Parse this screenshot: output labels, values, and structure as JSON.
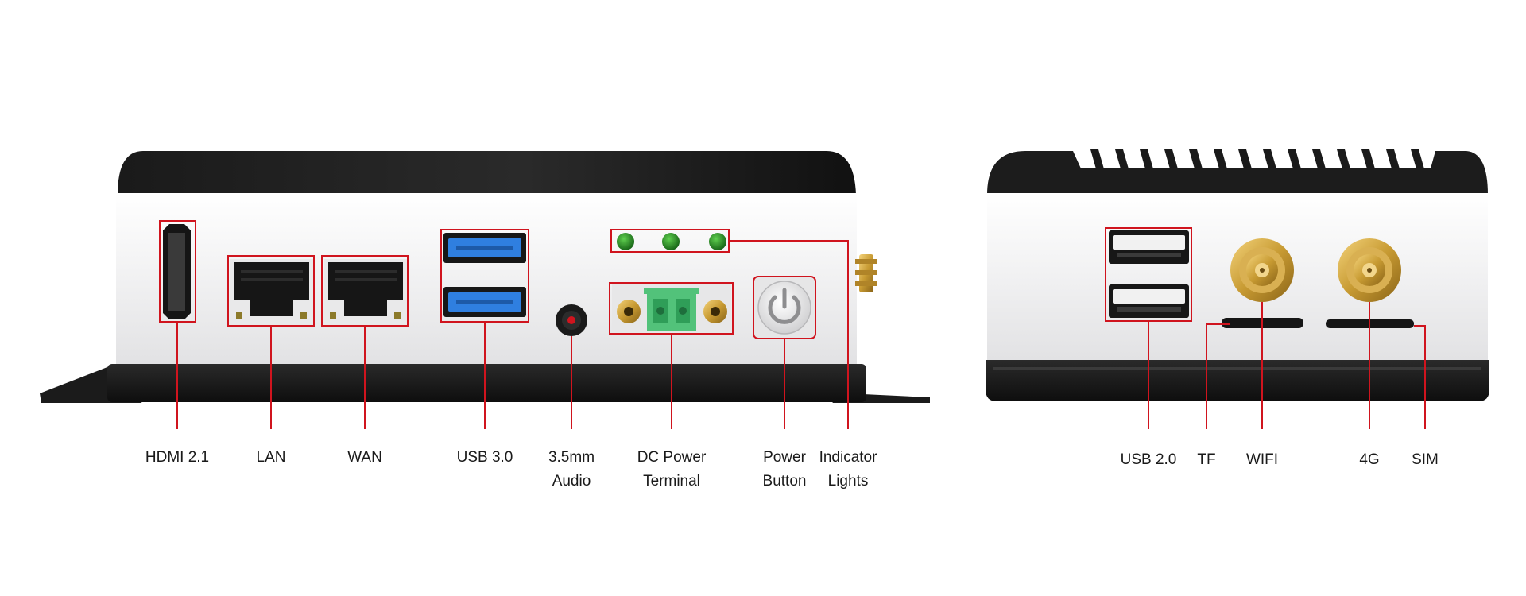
{
  "colors": {
    "callout": "#d0141e",
    "chassis_dark": "#1c1c1c",
    "faceplate": "#f2f2f3",
    "usb3_blue": "#2f7fe0",
    "terminal_green": "#52c27a",
    "led_green": "#1a7a1a",
    "gold": "#c79a32"
  },
  "front_panel": {
    "hdmi": {
      "label": "HDMI 2.1"
    },
    "lan": {
      "label": "LAN"
    },
    "wan": {
      "label": "WAN"
    },
    "usb3": {
      "label": "USB 3.0"
    },
    "audio": {
      "label_1": "3.5mm",
      "label_2": "Audio"
    },
    "dc_power": {
      "label_1": "DC Power",
      "label_2": "Terminal"
    },
    "power_button": {
      "label_1": "Power",
      "label_2": "Button"
    },
    "indicator": {
      "label_1": "Indicator",
      "label_2": "Lights"
    }
  },
  "side_panel": {
    "usb2": {
      "label": "USB 2.0"
    },
    "tf": {
      "label": "TF"
    },
    "wifi": {
      "label": "WIFI"
    },
    "lte": {
      "label": "4G"
    },
    "sim": {
      "label": "SIM"
    }
  }
}
